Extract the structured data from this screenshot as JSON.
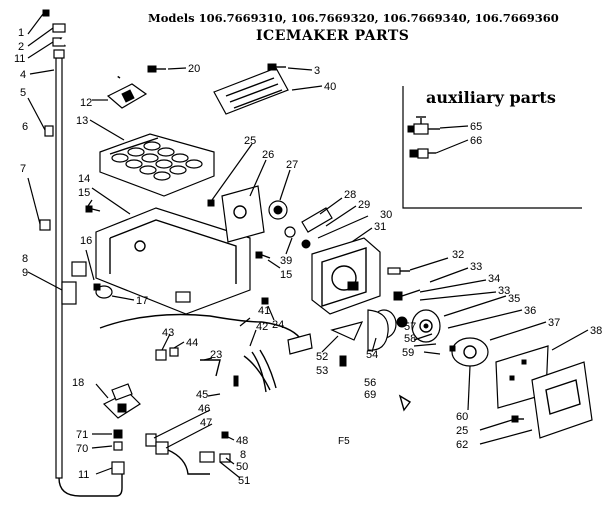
{
  "header": {
    "models": "Models 106.7669310, 106.7669320, 106.7669340, 106.7669360",
    "title": "ICEMAKER PARTS"
  },
  "auxiliary": {
    "title": "auxiliary parts",
    "labels": [
      "65",
      "66"
    ]
  },
  "stamp": "F5",
  "labels": {
    "l1": "1",
    "l2": "2",
    "l11a": "11",
    "l4": "4",
    "l5": "5",
    "l6": "6",
    "l7": "7",
    "l8a": "8",
    "l9": "9",
    "l12": "12",
    "l13": "13",
    "l14": "14",
    "l15a": "15",
    "l16": "16",
    "l17": "17",
    "l18": "18",
    "l20": "20",
    "l3": "3",
    "l40": "40",
    "l25a": "25",
    "l26": "26",
    "l27": "27",
    "l28": "28",
    "l29": "29",
    "l30": "30",
    "l31": "31",
    "l39": "39",
    "l15b": "15",
    "l32": "32",
    "l33a": "33",
    "l34": "34",
    "l33b": "33",
    "l35": "35",
    "l36": "36",
    "l37": "37",
    "l38": "38",
    "l41": "41",
    "l42": "42",
    "l24": "24",
    "l43": "43",
    "l44": "44",
    "l23": "23",
    "l45": "45",
    "l46": "46",
    "l47": "47",
    "l52": "52",
    "l53": "53",
    "l54": "54",
    "l57": "57",
    "l58": "58",
    "l59": "59",
    "l56": "56",
    "l69": "69",
    "l48": "48",
    "l8b": "8",
    "l50": "50",
    "l51": "51",
    "l71": "71",
    "l70": "70",
    "l11b": "11",
    "l60": "60",
    "l25b": "25",
    "l62": "62"
  }
}
